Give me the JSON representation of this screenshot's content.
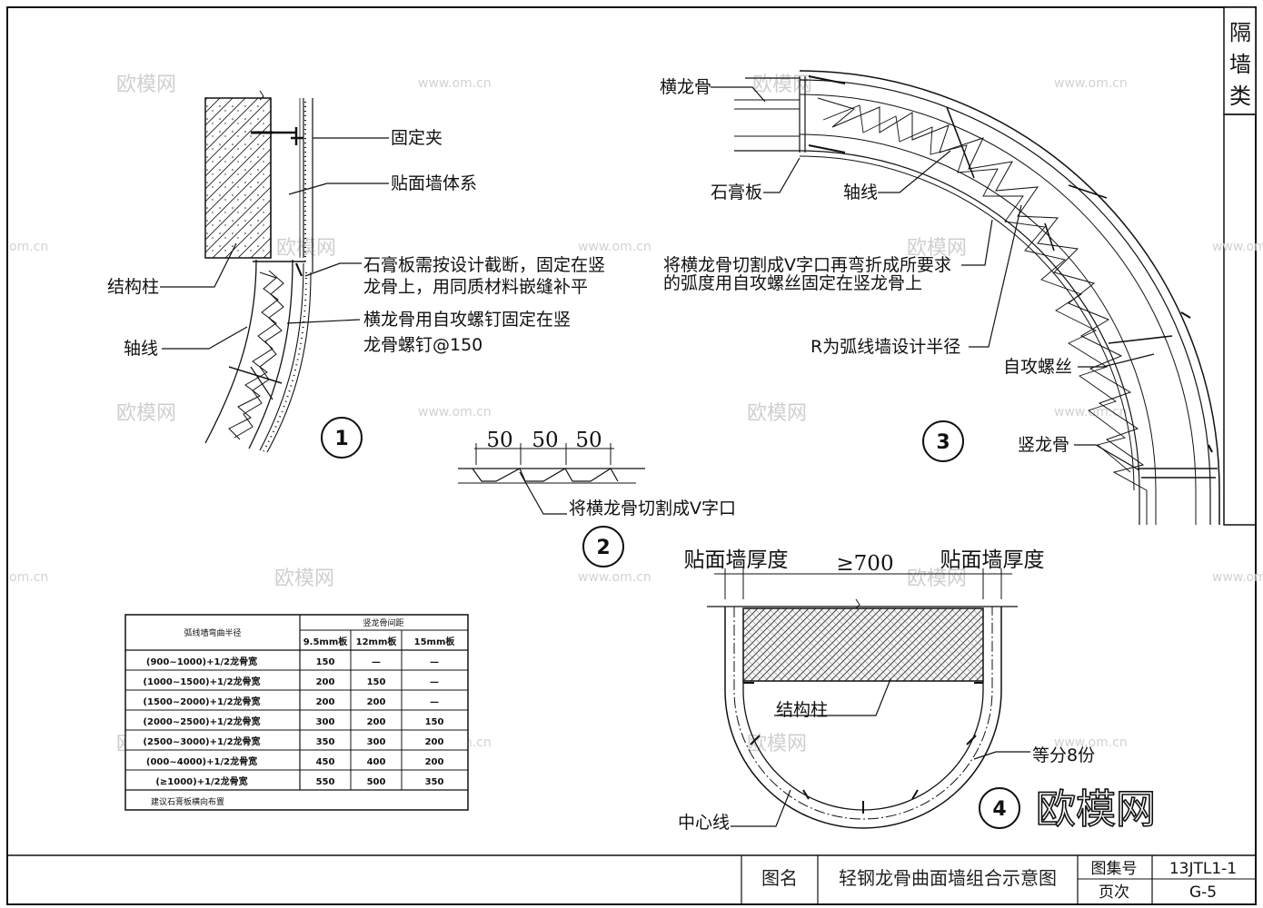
{
  "side_tab": [
    "隔",
    "墙",
    "类"
  ],
  "detail1": {
    "number": "1",
    "labels": {
      "clip": "固定夹",
      "system": "贴面墙体系",
      "gypsum_line1": "石膏板需按设计截断，固定在竖",
      "gypsum_line2": "龙骨上，用同质材料嵌缝补平",
      "column": "结构柱",
      "axis": "轴线",
      "screw_line1": "横龙骨用自攻螺钉固定在竖",
      "screw_line2": "龙骨螺钉@150"
    }
  },
  "detail2": {
    "number": "2",
    "dims": [
      "50",
      "50",
      "50"
    ],
    "label": "将横龙骨切割成V字口"
  },
  "detail3": {
    "number": "3",
    "labels": {
      "track": "横龙骨",
      "gypsum": "石膏板",
      "axis": "轴线",
      "cut_line1": "将横龙骨切割成V字口再弯折成所要求",
      "cut_line2": "的弧度用自攻螺丝固定在竖龙骨上",
      "radius": "R为弧线墙设计半径",
      "screw": "自攻螺丝",
      "stud": "竖龙骨"
    }
  },
  "detail4": {
    "number": "4",
    "dim_left": "贴面墙厚度",
    "dim_mid": "≥700",
    "dim_right": "贴面墙厚度",
    "column": "结构柱",
    "divide": "等分8份",
    "center": "中心线"
  },
  "table": {
    "col1_header": "弧线墙弯曲半径",
    "group_header": "竖龙骨间距",
    "sub_headers": [
      "9.5mm板",
      "12mm板",
      "15mm板"
    ],
    "rows": [
      [
        "(900~1000)+1/2龙骨宽",
        "150",
        "—",
        "—"
      ],
      [
        "(1000~1500)+1/2龙骨宽",
        "200",
        "150",
        "—"
      ],
      [
        "(1500~2000)+1/2龙骨宽",
        "200",
        "200",
        "—"
      ],
      [
        "(2000~2500)+1/2龙骨宽",
        "300",
        "200",
        "150"
      ],
      [
        "(2500~3000)+1/2龙骨宽",
        "350",
        "300",
        "200"
      ],
      [
        "(000~4000)+1/2龙骨宽",
        "450",
        "400",
        "200"
      ],
      [
        "(≥1000)+1/2龙骨宽",
        "550",
        "500",
        "350"
      ]
    ],
    "footnote": "建议石膏板横向布置"
  },
  "title_block": {
    "name_label": "图名",
    "name": "轻钢龙骨曲面墙组合示意图",
    "atlas_label": "图集号",
    "atlas": "13JTL1-1",
    "page_label": "页次",
    "page": "G-5"
  },
  "watermarks": {
    "brand_cn": "欧模网",
    "url": "www.om.cn",
    "url_short": "om.cn"
  },
  "brand_logo": "欧模网"
}
